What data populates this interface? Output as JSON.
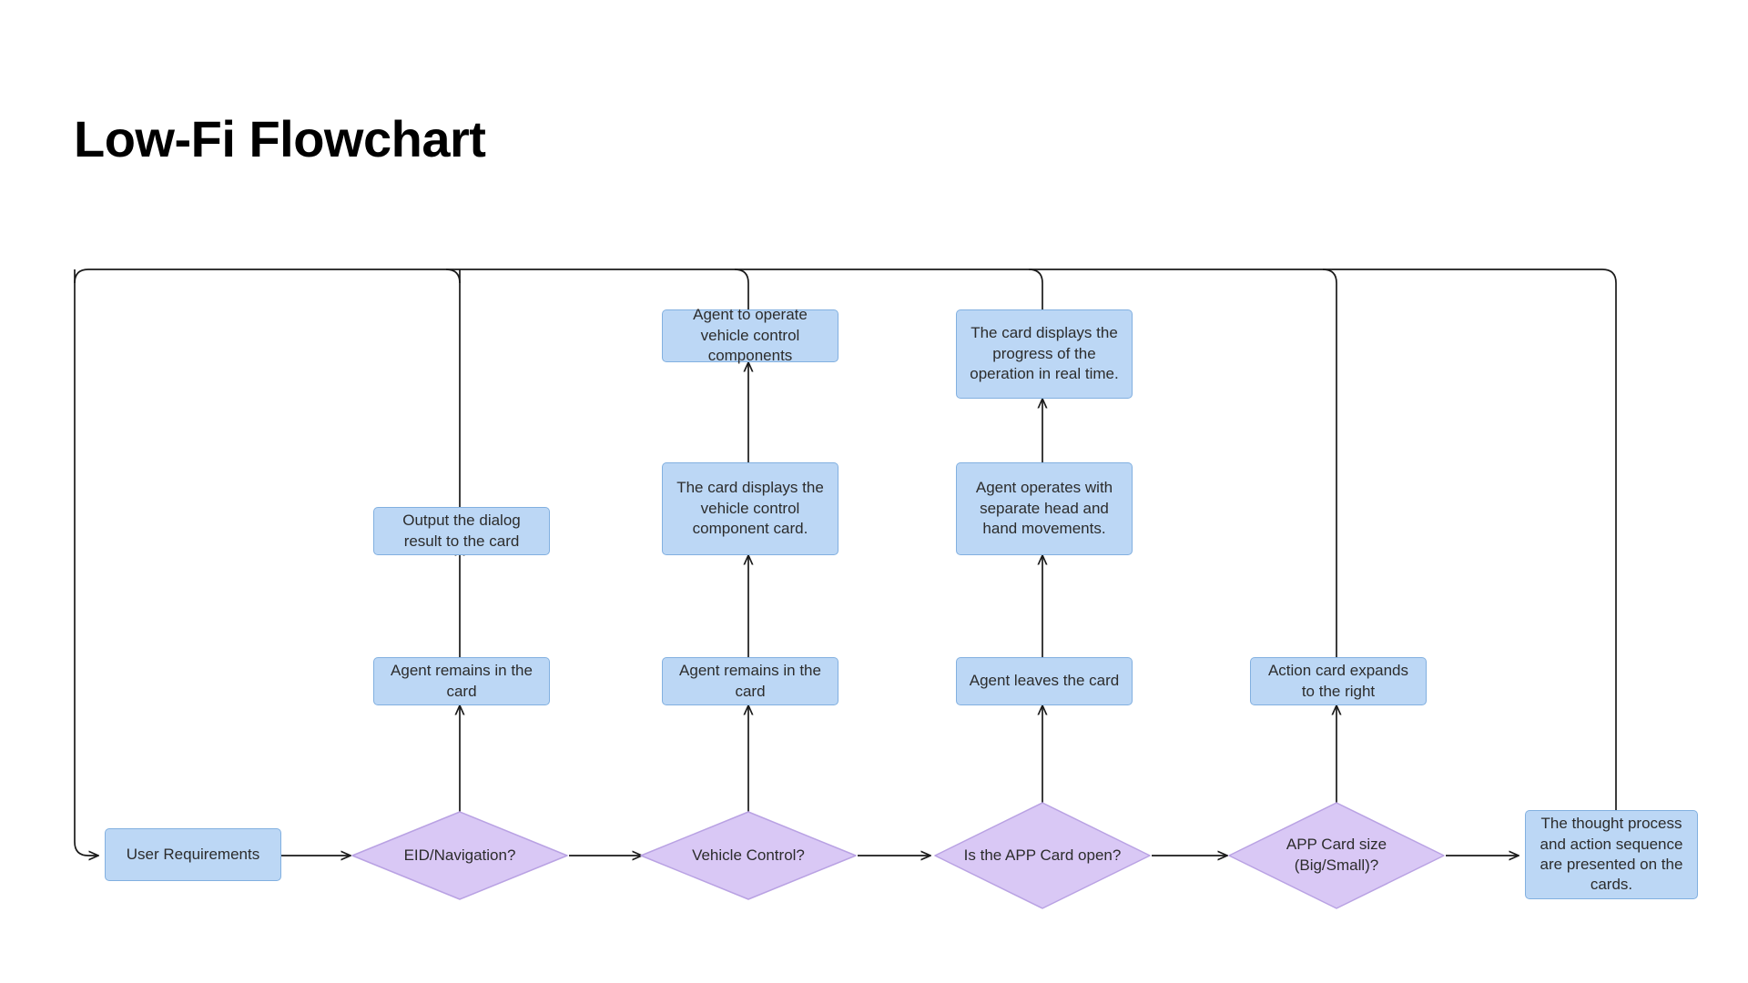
{
  "title": "Low-Fi Flowchart",
  "palette": {
    "process_fill": "#bcd7f5",
    "process_stroke": "#82b0e0",
    "decision_fill": "#d9c8f5",
    "decision_stroke": "#b9a2e3",
    "connector": "#1a1a1a",
    "text": "#2c2c2c",
    "background": "#ffffff"
  },
  "chart_data": {
    "type": "diagram",
    "title": "Low-Fi Flowchart",
    "orientation": "left-to-right with upward branches",
    "nodes": [
      {
        "id": "n1",
        "shape": "process",
        "label": "User Requirements",
        "column": 0,
        "row": "bottom"
      },
      {
        "id": "d1",
        "shape": "decision",
        "label": "EID/Navigation?",
        "column": 1,
        "row": "bottom"
      },
      {
        "id": "c1r2",
        "shape": "process",
        "label": "Agent remains in the card",
        "column": 1,
        "row": "mid"
      },
      {
        "id": "c1r3",
        "shape": "process",
        "label": "Output the dialog result to the card",
        "column": 1,
        "row": "upper"
      },
      {
        "id": "d2",
        "shape": "decision",
        "label": "Vehicle Control?",
        "column": 2,
        "row": "bottom"
      },
      {
        "id": "c2r2",
        "shape": "process",
        "label": "Agent remains in the card",
        "column": 2,
        "row": "mid"
      },
      {
        "id": "c2r3",
        "shape": "process",
        "label": "The card displays the vehicle control component card.",
        "column": 2,
        "row": "upper"
      },
      {
        "id": "c2r4",
        "shape": "process",
        "label": "Agent to operate vehicle control components",
        "column": 2,
        "row": "top"
      },
      {
        "id": "d3",
        "shape": "decision",
        "label": "Is the APP Card open?",
        "column": 3,
        "row": "bottom"
      },
      {
        "id": "c3r2",
        "shape": "process",
        "label": "Agent leaves the card",
        "column": 3,
        "row": "mid"
      },
      {
        "id": "c3r3",
        "shape": "process",
        "label": "Agent operates with separate head and hand movements.",
        "column": 3,
        "row": "upper"
      },
      {
        "id": "c3r4",
        "shape": "process",
        "label": "The card displays the progress of the operation in real time.",
        "column": 3,
        "row": "top"
      },
      {
        "id": "d4",
        "shape": "decision",
        "label": "APP Card size (Big/Small)?",
        "column": 4,
        "row": "bottom"
      },
      {
        "id": "c4r2",
        "shape": "process",
        "label": "Action card expands to the right",
        "column": 4,
        "row": "mid"
      },
      {
        "id": "n6",
        "shape": "process",
        "label": "The thought process and action sequence are presented on the cards.",
        "column": 5,
        "row": "bottom"
      }
    ],
    "edges": [
      {
        "from": "rail",
        "to": "n1",
        "arrow": true
      },
      {
        "from": "n1",
        "to": "d1",
        "arrow": true
      },
      {
        "from": "d1",
        "to": "c1r2",
        "arrow": true
      },
      {
        "from": "c1r2",
        "to": "c1r3",
        "arrow": true
      },
      {
        "from": "c1r3",
        "to": "rail",
        "arrow": false
      },
      {
        "from": "d1",
        "to": "d2",
        "arrow": true
      },
      {
        "from": "d2",
        "to": "c2r2",
        "arrow": true
      },
      {
        "from": "c2r2",
        "to": "c2r3",
        "arrow": true
      },
      {
        "from": "c2r3",
        "to": "c2r4",
        "arrow": true
      },
      {
        "from": "c2r4",
        "to": "rail",
        "arrow": false
      },
      {
        "from": "d2",
        "to": "d3",
        "arrow": true
      },
      {
        "from": "d3",
        "to": "c3r2",
        "arrow": true
      },
      {
        "from": "c3r2",
        "to": "c3r3",
        "arrow": true
      },
      {
        "from": "c3r3",
        "to": "c3r4",
        "arrow": true
      },
      {
        "from": "c3r4",
        "to": "rail",
        "arrow": false
      },
      {
        "from": "d3",
        "to": "d4",
        "arrow": true
      },
      {
        "from": "d4",
        "to": "c4r2",
        "arrow": true
      },
      {
        "from": "c4r2",
        "to": "rail",
        "arrow": false
      },
      {
        "from": "d4",
        "to": "n6",
        "arrow": true
      },
      {
        "from": "n6",
        "to": "rail",
        "arrow": false
      }
    ]
  },
  "nodes": {
    "user_requirements": "User Requirements",
    "eid_navigation": "EID/Navigation?",
    "agent_remains_1": "Agent remains in the card",
    "output_dialog": "Output the dialog result to the card",
    "vehicle_control": "Vehicle Control?",
    "agent_remains_2": "Agent remains in the card",
    "card_displays_vehicle": "The card displays the vehicle control component card.",
    "agent_operate_vehicle": "Agent to operate vehicle control components",
    "app_card_open": "Is the APP Card open?",
    "agent_leaves": "Agent leaves the card",
    "agent_operates_head_hand": "Agent operates with separate head and hand movements.",
    "card_displays_progress": "The card displays the progress of the operation in real time.",
    "app_card_size": "APP Card size (Big/Small)?",
    "action_card_expands": "Action card expands to the right",
    "thought_process": "The thought process and action sequence are presented on the cards."
  }
}
